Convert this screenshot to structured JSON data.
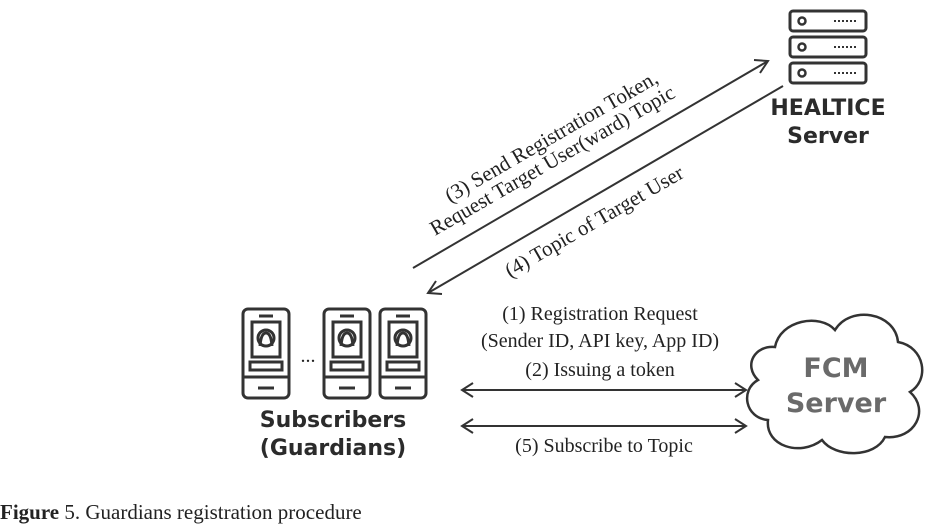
{
  "server": {
    "line1": "HEALTICE",
    "line2": "Server"
  },
  "fcm": {
    "line1": "FCM",
    "line2": "Server"
  },
  "subscribers": {
    "line1": "Subscribers",
    "line2": "(Guardians)",
    "ellipsis": "..."
  },
  "steps": {
    "step1_line1": "(1) Registration Request",
    "step1_line2": "(Sender ID, API key, App ID)",
    "step2": "(2) Issuing a token",
    "step3_line1": "(3) Send Registration Token,",
    "step3_line2": "Request Target User(ward) Topic",
    "step4": "(4) Topic of Target User",
    "step5": "(5) Subscribe to Topic"
  },
  "caption": {
    "label": "Figure",
    "text": " 5. Guardians registration procedure"
  }
}
